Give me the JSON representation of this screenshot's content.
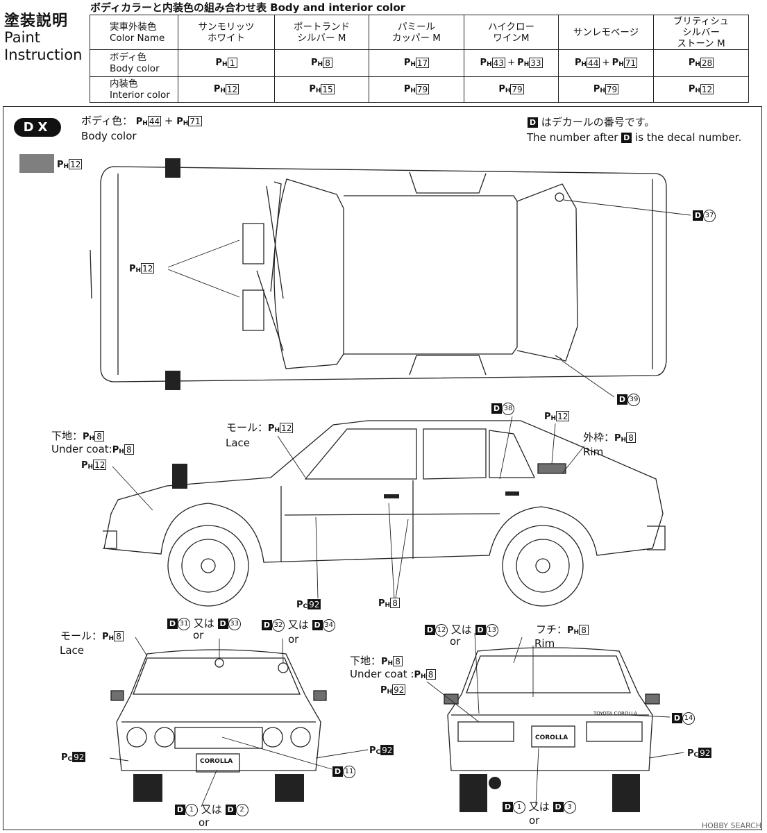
{
  "header": {
    "title_jp": "塗装説明",
    "title_en_line1": "Paint",
    "title_en_line2": "Instruction",
    "table_title": "ボディカラーと内装色の組み合わせ表 Body and interior color"
  },
  "color_table": {
    "row_head": {
      "jp": "実車外装色",
      "en": "Color Name"
    },
    "columns": [
      {
        "l1": "サンモリッツ",
        "l2": "ホワイト",
        "l3": ""
      },
      {
        "l1": "ポートランド",
        "l2": "シルバー M",
        "l3": ""
      },
      {
        "l1": "パミール",
        "l2": "カッパー M",
        "l3": ""
      },
      {
        "l1": "ハイクロー",
        "l2": "ワインM",
        "l3": ""
      },
      {
        "l1": "サンレモベージ",
        "l2": "",
        "l3": ""
      },
      {
        "l1": "ブリティシュ",
        "l2": "シルバー",
        "l3": "ストーン M"
      }
    ],
    "rows": [
      {
        "jp": "ボディ色",
        "en": "Body color",
        "cells": [
          [
            "1"
          ],
          [
            "8"
          ],
          [
            "17"
          ],
          [
            "43",
            "33"
          ],
          [
            "44",
            "71"
          ],
          [
            "28"
          ]
        ]
      },
      {
        "jp": "内装色",
        "en": "Interior color",
        "cells": [
          [
            "12"
          ],
          [
            "15"
          ],
          [
            "79"
          ],
          [
            "79"
          ],
          [
            "79"
          ],
          [
            "12"
          ]
        ]
      }
    ]
  },
  "dx": {
    "badge": "DX",
    "body_color_jp": "ボディ色：",
    "body_color_en": "Body color",
    "body_codes": [
      "44",
      "71"
    ],
    "swatch_code": "12",
    "swatch_color": "#7f7f7f",
    "decal_note_jp": "はデカールの番号です。",
    "decal_note_en_a": "The number after",
    "decal_note_en_b": "is the decal number."
  },
  "labels": {
    "ph_prefix": "P",
    "ph_sub": "H",
    "pc_sub": "C",
    "d_mark": "D",
    "plus": "+",
    "or_jp": "又は",
    "or_en": "or",
    "top_wiper_code": "12",
    "d37": "37",
    "d38": "38",
    "d39": "39",
    "side_ph12_rear": "12",
    "lace_jp": "モール：",
    "lace_en": "Lace",
    "lace_code": "12",
    "rim_jp": "外枠：",
    "rim_en": "Rim",
    "rim_code": "8",
    "under_jp": "下地：",
    "under_en": "Under coat",
    "under_code": "8",
    "front_fender_code": "12",
    "pc92": "92",
    "side_ph8": "8",
    "front_lace_code": "8",
    "d31": "31",
    "d33": "33",
    "d32": "32",
    "d34": "34",
    "d11": "11",
    "d1": "1",
    "d2": "2",
    "d3": "3",
    "d12": "12",
    "d13": "13",
    "d14": "14",
    "fuchi_jp": "フチ：",
    "fuchi_en": "Rim",
    "fuchi_code": "8",
    "rear_under_code": "8",
    "rear_ph92": "92",
    "plate_front": "COROLLA",
    "plate_rear": "COROLLA",
    "rear_trunk_text": "TOYOTA COROLLA"
  },
  "watermark": "HOBBY SEARCH"
}
